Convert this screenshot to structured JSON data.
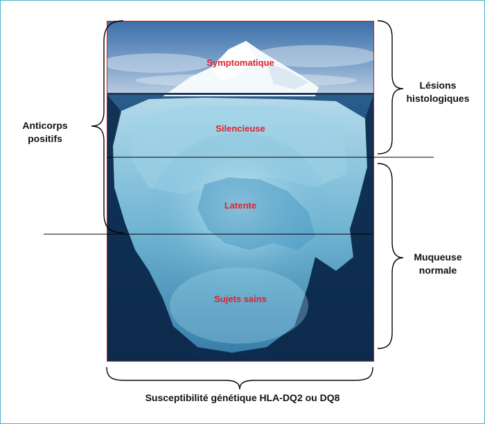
{
  "iceberg_zones": {
    "symptomatique": "Symptomatique",
    "silencieuse": "Silencieuse",
    "latente": "Latente",
    "sujets_sains": "Sujets sains"
  },
  "left_bracket": {
    "line1": "Anticorps",
    "line2": "positifs"
  },
  "right_top_bracket": {
    "line1": "Lésions",
    "line2": "histologiques"
  },
  "right_bottom_bracket": {
    "line1": "Muqueuse",
    "line2": "normale"
  },
  "bottom_bracket": {
    "label": "Susceptibilité génétique HLA-DQ2 ou DQ8"
  },
  "colors": {
    "zone_label": "#e0212b",
    "panel_border": "#c8202c",
    "frame_border": "#4fb0c6"
  }
}
